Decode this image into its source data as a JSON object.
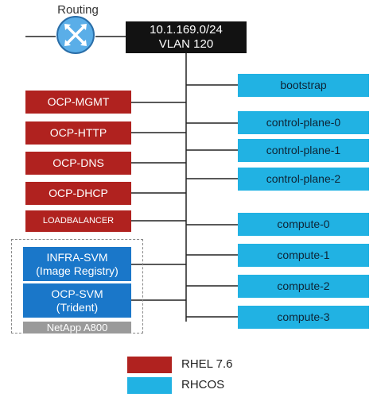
{
  "router": {
    "label": "Routing",
    "icon": "router-icon"
  },
  "vlan": {
    "subnet": "10.1.169.0/24",
    "vlan": "VLAN 120"
  },
  "rhel_nodes": [
    "OCP-MGMT",
    "OCP-HTTP",
    "OCP-DNS",
    "OCP-DHCP",
    "LOADBALANCER"
  ],
  "svms": [
    {
      "name": "INFRA-SVM",
      "detail": "(Image Registry)"
    },
    {
      "name": "OCP-SVM",
      "detail": "(Trident)"
    }
  ],
  "storage_label": "NetApp A800",
  "rhcos_nodes": [
    "bootstrap",
    "control-plane-0",
    "control-plane-1",
    "control-plane-2",
    "compute-0",
    "compute-1",
    "compute-2",
    "compute-3"
  ],
  "legend": [
    {
      "label": "RHEL 7.6",
      "color": "#b0221f"
    },
    {
      "label": "RHCOS",
      "color": "#21b2e3"
    }
  ],
  "colors": {
    "rhel": "#b0221f",
    "rhcos": "#21b2e3",
    "svm": "#1a77c9",
    "storage": "#9a9a9a",
    "vlan": "#121212"
  }
}
